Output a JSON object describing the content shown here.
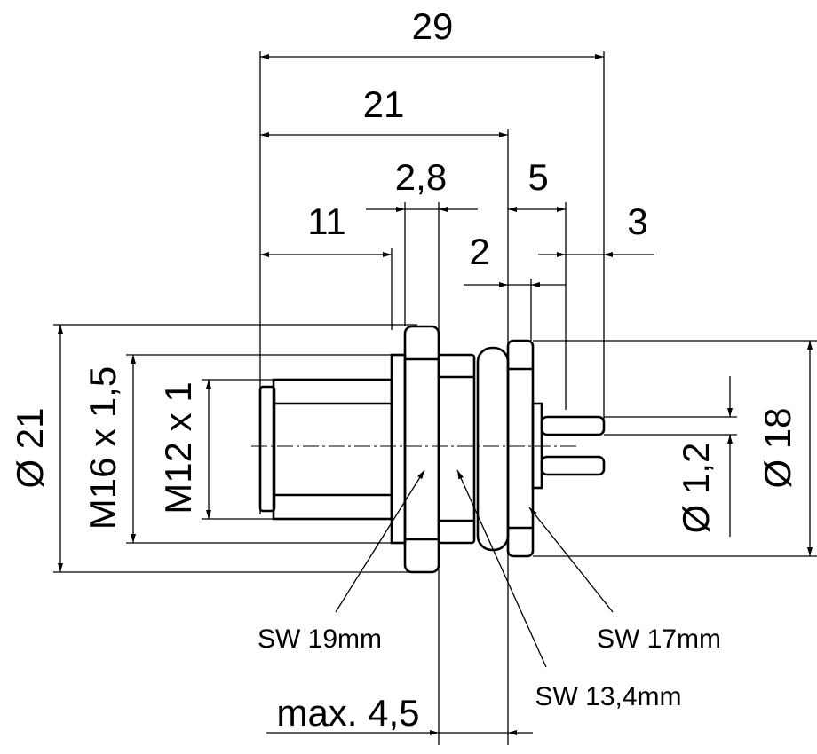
{
  "dimensions": {
    "total_length": "29",
    "body_length": "21",
    "nut_width": "2,8",
    "rear_length": "5",
    "front_length": "11",
    "pin_length": "3",
    "oring_width": "2",
    "panel_thickness": "max. 4,5",
    "outer_diameter": "Ø 21",
    "thread_m16": "M16 x 1,5",
    "thread_m12": "M12 x 1",
    "pin_diameter": "Ø 1,2",
    "rear_diameter": "Ø 18"
  },
  "callouts": {
    "sw19": "SW 19mm",
    "sw17": "SW 17mm",
    "sw13": "SW 13,4mm"
  }
}
